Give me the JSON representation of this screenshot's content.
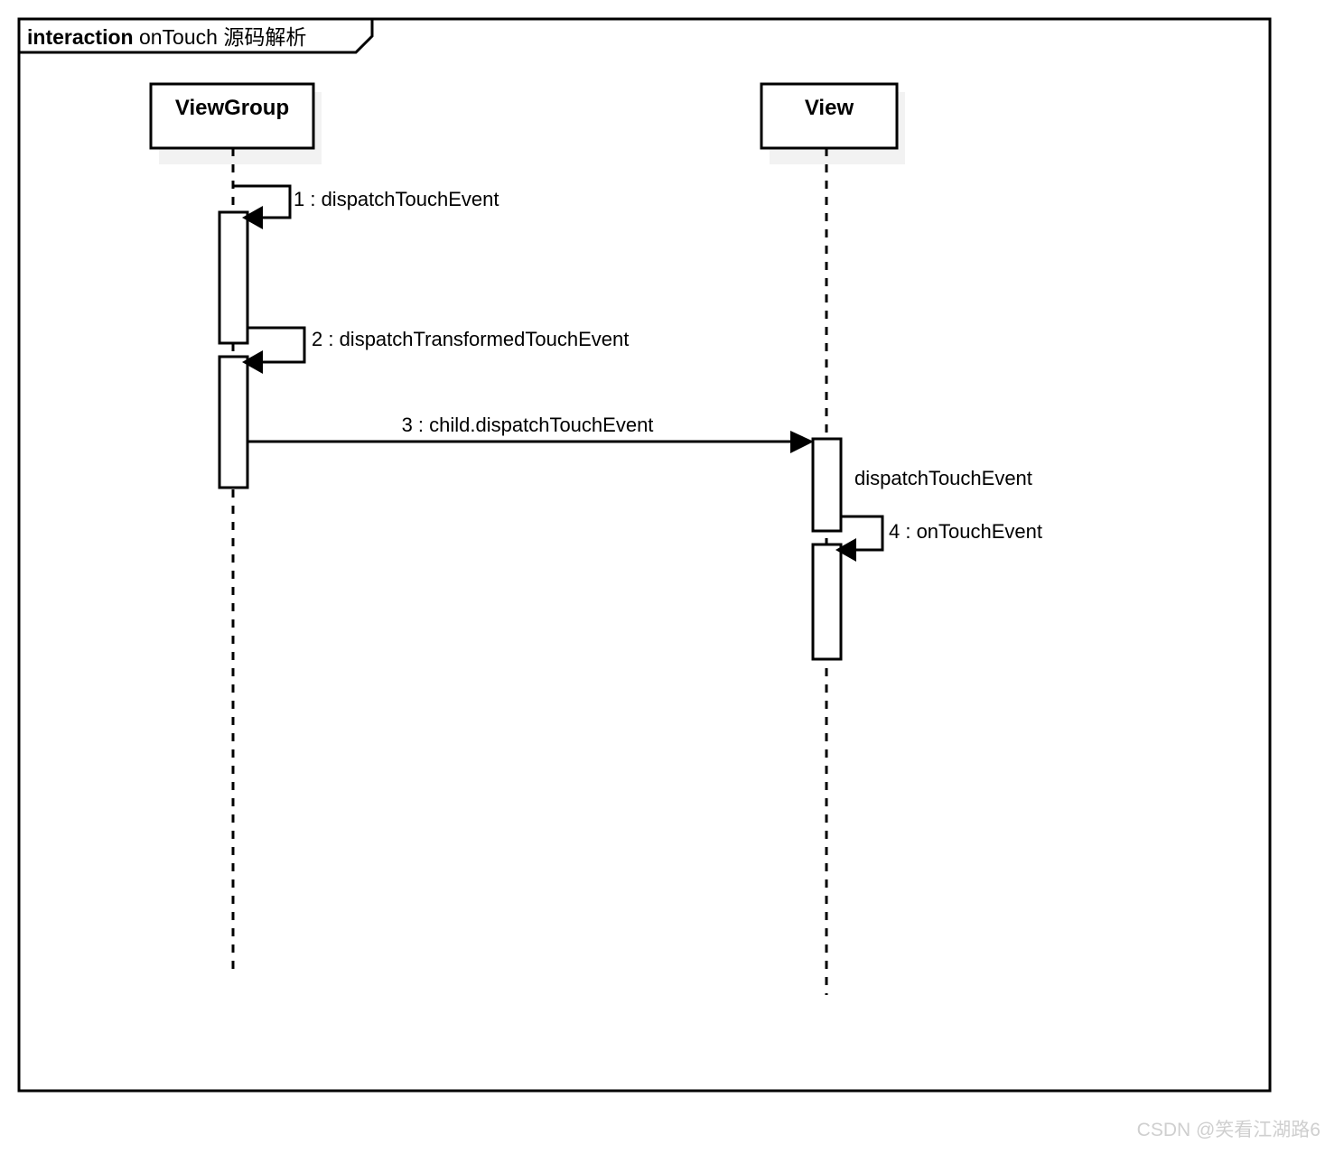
{
  "diagram": {
    "kind": "uml-sequence-diagram",
    "frame": {
      "tab_keyword": "interaction",
      "tab_title": "onTouch 源码解析"
    },
    "lifelines": [
      {
        "id": "viewgroup",
        "label": "ViewGroup"
      },
      {
        "id": "view",
        "label": "View"
      }
    ],
    "messages": [
      {
        "seq": "1",
        "label": "1 : dispatchTouchEvent",
        "from": "viewgroup",
        "to": "viewgroup",
        "type": "self-call"
      },
      {
        "seq": "2",
        "label": "2 : dispatchTransformedTouchEvent",
        "from": "viewgroup",
        "to": "viewgroup",
        "type": "self-call"
      },
      {
        "seq": "3",
        "label": "3 : child.dispatchTouchEvent",
        "from": "viewgroup",
        "to": "view",
        "type": "call"
      },
      {
        "seq": "",
        "label": "dispatchTouchEvent",
        "from": "view",
        "to": "view",
        "type": "activation-label"
      },
      {
        "seq": "4",
        "label": "4 : onTouchEvent",
        "from": "view",
        "to": "view",
        "type": "self-call"
      }
    ]
  },
  "watermark": {
    "text": "CSDN @笑看江湖路6",
    "color": "#cfcfcf"
  }
}
